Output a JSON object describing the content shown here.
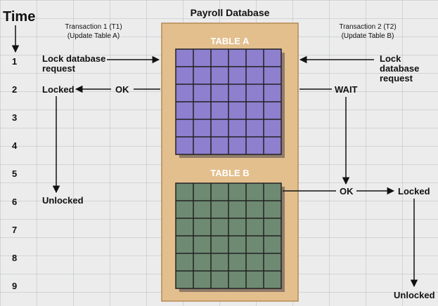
{
  "title": "Payroll Database",
  "time_label": "Time",
  "time_ticks": [
    "1",
    "2",
    "3",
    "4",
    "5",
    "6",
    "7",
    "8",
    "9"
  ],
  "t1": {
    "line1": "Transaction 1 (T1)",
    "line2": "(Update Table A)",
    "lock_req_1": "Lock database",
    "lock_req_2": "request",
    "locked": "Locked",
    "ok": "OK",
    "unlocked": "Unlocked"
  },
  "t2": {
    "line1": "Transaction 2 (T2)",
    "line2": "(Update Table B)",
    "lock_req_1": "Lock",
    "lock_req_2": "database",
    "lock_req_3": "request",
    "wait": "WAIT",
    "ok": "OK",
    "locked": "Locked",
    "unlocked": "Unlocked"
  },
  "table_a": {
    "label": "TABLE A",
    "color": "#8e7fcf"
  },
  "table_b": {
    "label": "TABLE B",
    "color": "#6e8a72"
  },
  "colors": {
    "panel": "#e3bf8e",
    "arrow": "#111111"
  }
}
